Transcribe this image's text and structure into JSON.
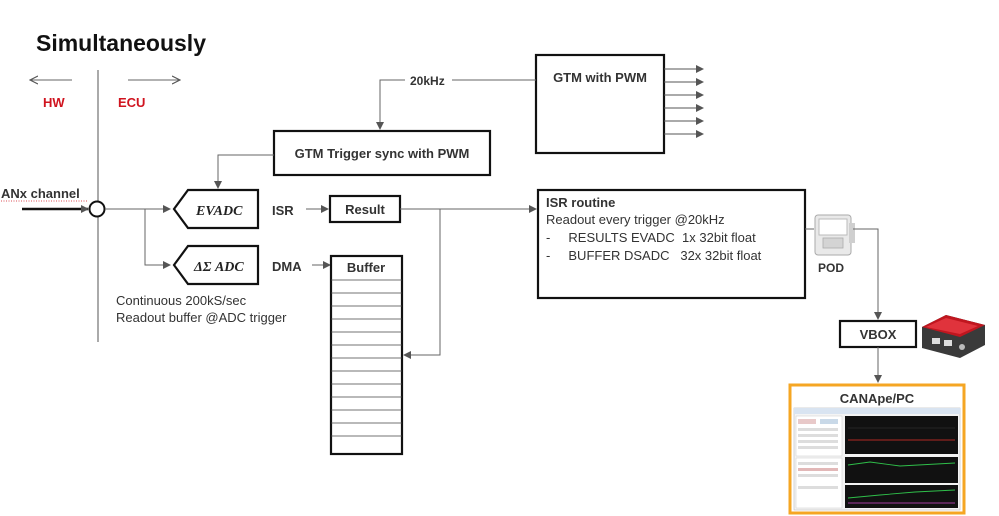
{
  "title": "Simultaneously",
  "side_labels": {
    "hw": "HW",
    "ecu": "ECU"
  },
  "input_label": "ANx channel",
  "freq_label": "20kHz",
  "gtm_pwm": {
    "label": "GTM with PWM"
  },
  "gtm_trigger": {
    "label": "GTM Trigger sync with PWM"
  },
  "evadc": {
    "label": "EVADC",
    "link_label": "ISR",
    "target_label": "Result"
  },
  "dsadc": {
    "label": "ΔΣ ADC",
    "link_label": "DMA",
    "target_label": "Buffer"
  },
  "dsadc_note": [
    "Continuous 200kS/sec",
    "Readout buffer @ADC trigger"
  ],
  "isr_routine": {
    "title": "ISR routine",
    "lines": [
      "Readout every trigger @20kHz",
      "-     RESULTS EVADC  1x 32bit float",
      "-     BUFFER DSADC   32x 32bit float"
    ]
  },
  "pod_label": "POD",
  "vbox_label": "VBOX",
  "canape_label": "CANApe/PC",
  "colors": {
    "accent_red": "#d0141f",
    "frame_orange": "#f5a623",
    "device_red": "#c0161f"
  }
}
